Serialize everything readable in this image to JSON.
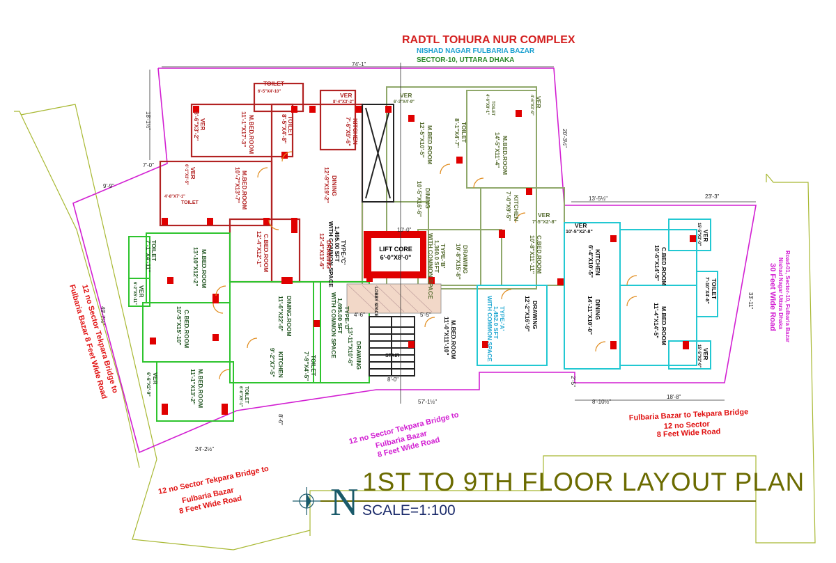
{
  "header": {
    "complex_name": "RADTL TOHURA NUR COMPLEX",
    "address_line1": "NISHAD NAGAR FULBARIA BAZAR",
    "address_line2": "SECTOR-10, UTTARA DHAKA"
  },
  "title": {
    "main": "1ST TO 9TH FLOOR  LAYOUT PLAN",
    "scale": "SCALE=1:100",
    "north": "N"
  },
  "lift": {
    "label": "LIFT CORE",
    "size": "6'-0\"X8'-0\""
  },
  "stair": "STAIR",
  "lobby": "LOBBY SPACE",
  "roads": {
    "left_1": "12 no Sector Tekpara Bridge to",
    "left_2": "Fulbaria Bazar  8 Feet Wide Road",
    "bottom_left_1": "12 no Sector Tekpara Bridge to",
    "bottom_left_2": "Fulbaria Bazar",
    "bottom_left_3": "8 Feet Wide Road",
    "bottom_mid_1": "12 no Sector Tekpara Bridge to",
    "bottom_mid_2": "Fulbaria Bazar",
    "bottom_mid_3": "8 Feet Wide Road",
    "bottom_right_1": "Fulbaria Bazar to Tekpara Bridge",
    "bottom_right_2": "12 no Sector",
    "bottom_right_3": "8 Feet Wide Road",
    "right_1": "Road-01, Sector-10, Fulbaria Bazar",
    "right_2": "Nishad Nagar Uttara Dhaka",
    "right_3": "30 Feet Wide Road"
  },
  "dimensions": {
    "top": "74'-1\"",
    "left_top": "18'-1½\"",
    "left_mid": "7'-0\"",
    "left_side": "9'-9\"",
    "left_long": "49'-7½\"",
    "bottom_left": "24'-2½\"",
    "bottom_mid": "57'-1½\"",
    "bottom_small": "8'-6\"",
    "right_top": "20'-3½\"",
    "right_mid": "13'-5½\"",
    "right_wide": "23'-3\"",
    "right_side": "33'-11\"",
    "right_bottom": "18'-8\"",
    "right_bottom2": "8'-10½\"",
    "right_bottom3": "2'-5\"",
    "stair_w": "8'-0\"",
    "lift_w": "10'-0\"",
    "lobby_a": "4'-6\"",
    "lobby_b": "5'-5\""
  },
  "units": {
    "type_c": {
      "name": "TYPE-'C'",
      "area": "1,495.00 SFT",
      "note": "WITH COMMON SPACE"
    },
    "type_b": {
      "name": "TYPE-'B'",
      "area": "1,360.0 SFT",
      "note": "WITH COMMON SPACE"
    },
    "type_d": {
      "name": "TYPE-'D'",
      "area": "1,495.00 SFT",
      "note": "WITH COMMON SPACE"
    },
    "type_a": {
      "name": "TYPE-'A'",
      "area": "1,452.0 SFT",
      "note": "WITH COMMON SPACE"
    }
  },
  "rooms_c": [
    {
      "name": "TOILET",
      "size": "6'-5\"X4'-10\""
    },
    {
      "name": "VER",
      "size": "8'-6\"X3'-2\""
    },
    {
      "name": "M.BED.ROOM",
      "size": "11'-1\"X17'-3\""
    },
    {
      "name": "TOILET",
      "size": "8'-5\"X4'-8\""
    },
    {
      "name": "VER",
      "size": "8'-4\"X3'-2\""
    },
    {
      "name": "KITCHEN",
      "size": "7'-6\"X9'-6\""
    },
    {
      "name": "M.BED.ROOM",
      "size": "10'-7\"X13'-7\""
    },
    {
      "name": "DINING",
      "size": "12'-9\"X19'-2\""
    },
    {
      "name": "VER",
      "size": "6'-1\"X3'-5\""
    },
    {
      "name": "TOILET",
      "size": "4'-8\"X7'-1\""
    },
    {
      "name": "C.BED.ROOM",
      "size": "12'-4\"X12'-1\""
    },
    {
      "name": "DRAWING",
      "size": "12'-4\"X13'-6\""
    }
  ],
  "rooms_b": [
    {
      "name": "VER",
      "size": "6'-3\"X4'-9\""
    },
    {
      "name": "TOILET",
      "size": "8'-1\"X4'-7\""
    },
    {
      "name": "M.BED.ROOM",
      "size": "12'-5\"X10'-5\""
    },
    {
      "name": "TOILET",
      "size": "4'-6\"X8'-1\""
    },
    {
      "name": "VER",
      "size": "4'-6\"X3'-9\""
    },
    {
      "name": "M.BED.ROOM",
      "size": "14'-5\"X11'-4\""
    },
    {
      "name": "DINING",
      "size": "10'-5\"X16'-6\""
    },
    {
      "name": "KITCHEN",
      "size": "7'-0\"X9'-5\""
    },
    {
      "name": "VER",
      "size": "7'-5\"X2'-8\""
    },
    {
      "name": "DRAWING",
      "size": "10'-8\"X15'-8\""
    },
    {
      "name": "C.BED.ROOM",
      "size": "10'-8\"X11'-11\""
    }
  ],
  "rooms_d": [
    {
      "name": "TOILET",
      "size": "7'-1\"X4'-11\""
    },
    {
      "name": "M.BED.ROOM",
      "size": "13'-10\"X12'-2\""
    },
    {
      "name": "VER",
      "size": "6'-2\"X5'-11\""
    },
    {
      "name": "C.BED.ROOM",
      "size": "10'-5\"X15'-10\""
    },
    {
      "name": "DINING.ROOM",
      "size": "11'-6\"X22'-6\""
    },
    {
      "name": "KITCHEN",
      "size": "9'-2\"X7'-5\""
    },
    {
      "name": "TOILET",
      "size": "7'-9\"X4'-5\""
    },
    {
      "name": "DRAWING",
      "size": "13'-11\"X10'-6\""
    },
    {
      "name": "VER",
      "size": "6'-6\"X2'-9\""
    },
    {
      "name": "M.BED.ROOM",
      "size": "11'-1\"X13'-2\""
    },
    {
      "name": "TOILET",
      "size": "6'-0\"X5'-1\""
    }
  ],
  "rooms_a": [
    {
      "name": "VER",
      "size": "10'-5\"X2'-8\""
    },
    {
      "name": "KITCHEN",
      "size": "6'-4\"X10'-5\""
    },
    {
      "name": "C.BED.ROOM",
      "size": "10'-6\"X14'-5\""
    },
    {
      "name": "VER",
      "size": "15'-5\"X3'-0\""
    },
    {
      "name": "TOILET",
      "size": "7'-10\"X4'-8\""
    },
    {
      "name": "DINING",
      "size": "14'-11\"X10'-0\""
    },
    {
      "name": "M.BED.ROOM",
      "size": "11'-4\"X14'-5\""
    },
    {
      "name": "DRAWING",
      "size": "12'-2\"X16'-9\""
    },
    {
      "name": "M.BED.ROOM",
      "size": "11'-0\"X11'-10\""
    },
    {
      "name": "VER",
      "size": "15'-5\"X3'-0\""
    }
  ],
  "colors": {
    "boundary": "#d21fd2",
    "road_edge": "#a8b832",
    "unit_c": "#b22222",
    "unit_b": "#8fa86a",
    "unit_d": "#2ec42e",
    "unit_a": "#22c8d2",
    "column": "#e00000"
  }
}
